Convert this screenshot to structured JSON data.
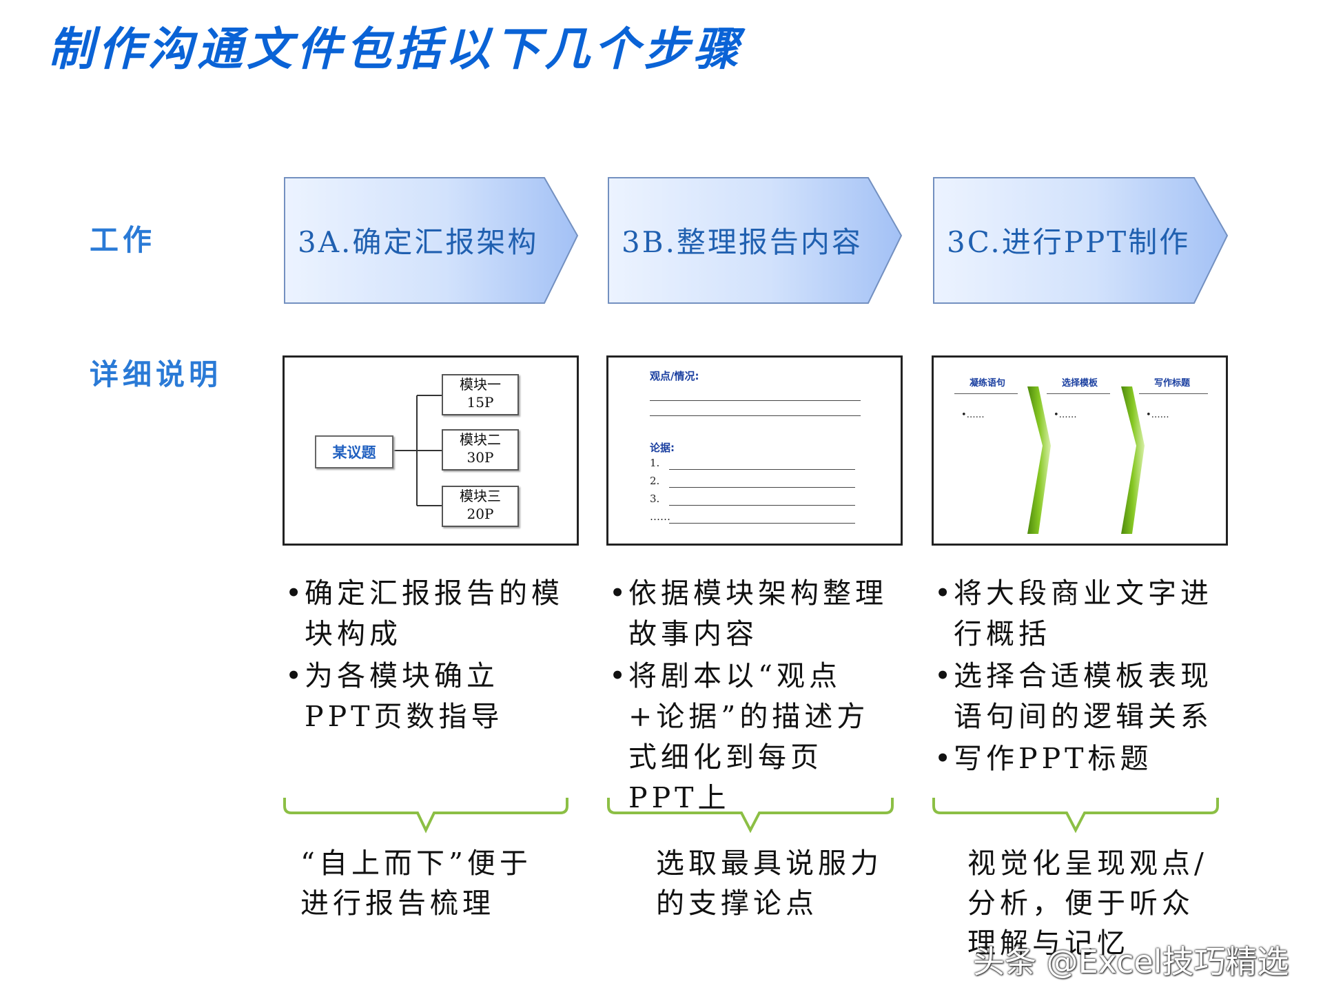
{
  "title": "制作沟通文件包括以下几个步骤",
  "row_labels": {
    "work": "工作",
    "detail": "详细说明"
  },
  "steps": [
    {
      "label": "3A.确定汇报架构",
      "thumb": {
        "topic": "某议题",
        "modules": [
          {
            "name": "模块一",
            "pages": "15P"
          },
          {
            "name": "模块二",
            "pages": "30P"
          },
          {
            "name": "模块三",
            "pages": "20P"
          }
        ]
      },
      "bullets": [
        "确定汇报报告的模块构成",
        "为各模块确立PPT页数指导"
      ],
      "summary": "“自上而下”便于进行报告梳理"
    },
    {
      "label": "3B.整理报告内容",
      "thumb": {
        "view_label": "观点/情况:",
        "evidence_label": "论据:",
        "items": [
          "1.",
          "2.",
          "3.",
          "……"
        ]
      },
      "bullets": [
        "依据模块架构整理故事内容",
        "将剧本以“观点+论据”的描述方式细化到每页PPT上"
      ],
      "summary": "选取最具说服力的支撑论点"
    },
    {
      "label": "3C.进行PPT制作",
      "thumb": {
        "columns": [
          "凝练语句",
          "选择模板",
          "写作标题"
        ],
        "placeholder": "•……"
      },
      "bullets": [
        "将大段商业文字进行概括",
        "选择合适模板表现语句间的逻辑关系",
        "写作PPT标题"
      ],
      "summary": "视觉化呈现观点/分析，便于听众理解与记忆"
    }
  ],
  "watermark": "头条 @Excel技巧精选",
  "colors": {
    "title": "#0a63d6",
    "chevron_light": "#e9f1ff",
    "chevron_dark": "#a9c6f7",
    "chevron_border": "#6f8fbf",
    "brace": "#8cbf45",
    "arrow_green": "#7ab81c"
  }
}
